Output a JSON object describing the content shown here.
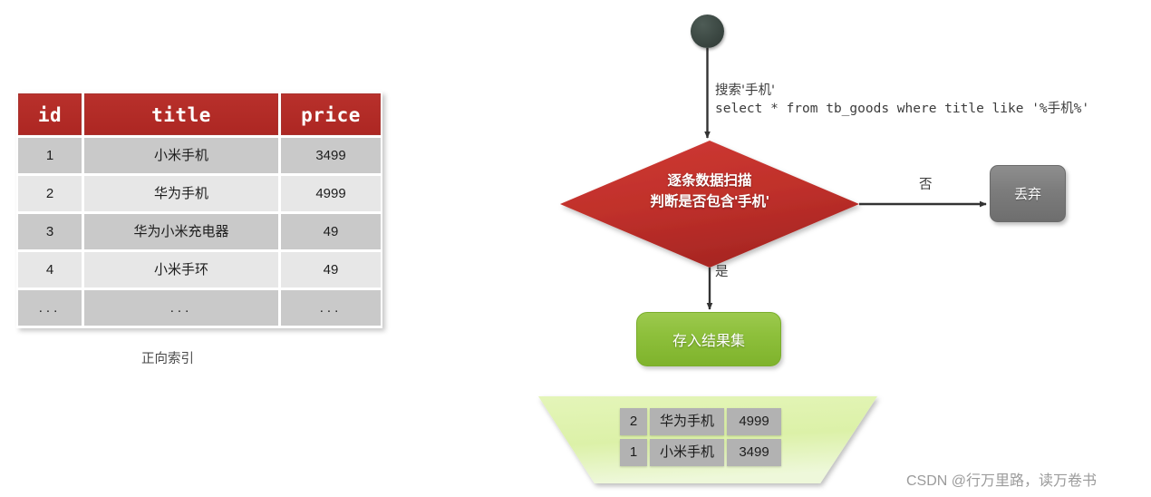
{
  "forward_index": {
    "caption": "正向索引",
    "columns": [
      "id",
      "title",
      "price"
    ],
    "rows": [
      [
        "1",
        "小米手机",
        "3499"
      ],
      [
        "2",
        "华为手机",
        "4999"
      ],
      [
        "3",
        "华为小米充电器",
        "49"
      ],
      [
        "4",
        "小米手环",
        "49"
      ],
      [
        "...",
        "...",
        "..."
      ]
    ],
    "header_color": "#b8302b",
    "row_dark_color": "#c9c9c9",
    "row_light_color": "#e7e7e7"
  },
  "flow": {
    "start_node": {
      "label": "",
      "color": "#3a4641"
    },
    "query_label": {
      "line1": "搜索'手机'",
      "line2": "select * from tb_goods where title like '%手机%'"
    },
    "decision": {
      "line1": "逐条数据扫描",
      "line2": "判断是否包含'手机'",
      "color": "#c0302b"
    },
    "branch_no_label": "否",
    "branch_yes_label": "是",
    "discard": {
      "label": "丢弃",
      "color": "#7c7c7c"
    },
    "store": {
      "label": "存入结果集",
      "color": "#8ec03c"
    },
    "result_set": {
      "shape_color": "#d9f0a8",
      "rows": [
        {
          "id": "2",
          "title": "华为手机",
          "price": "4999"
        },
        {
          "id": "1",
          "title": "小米手机",
          "price": "3499"
        }
      ]
    }
  },
  "watermark": {
    "text": "CSDN @行万里路，读万卷书"
  }
}
